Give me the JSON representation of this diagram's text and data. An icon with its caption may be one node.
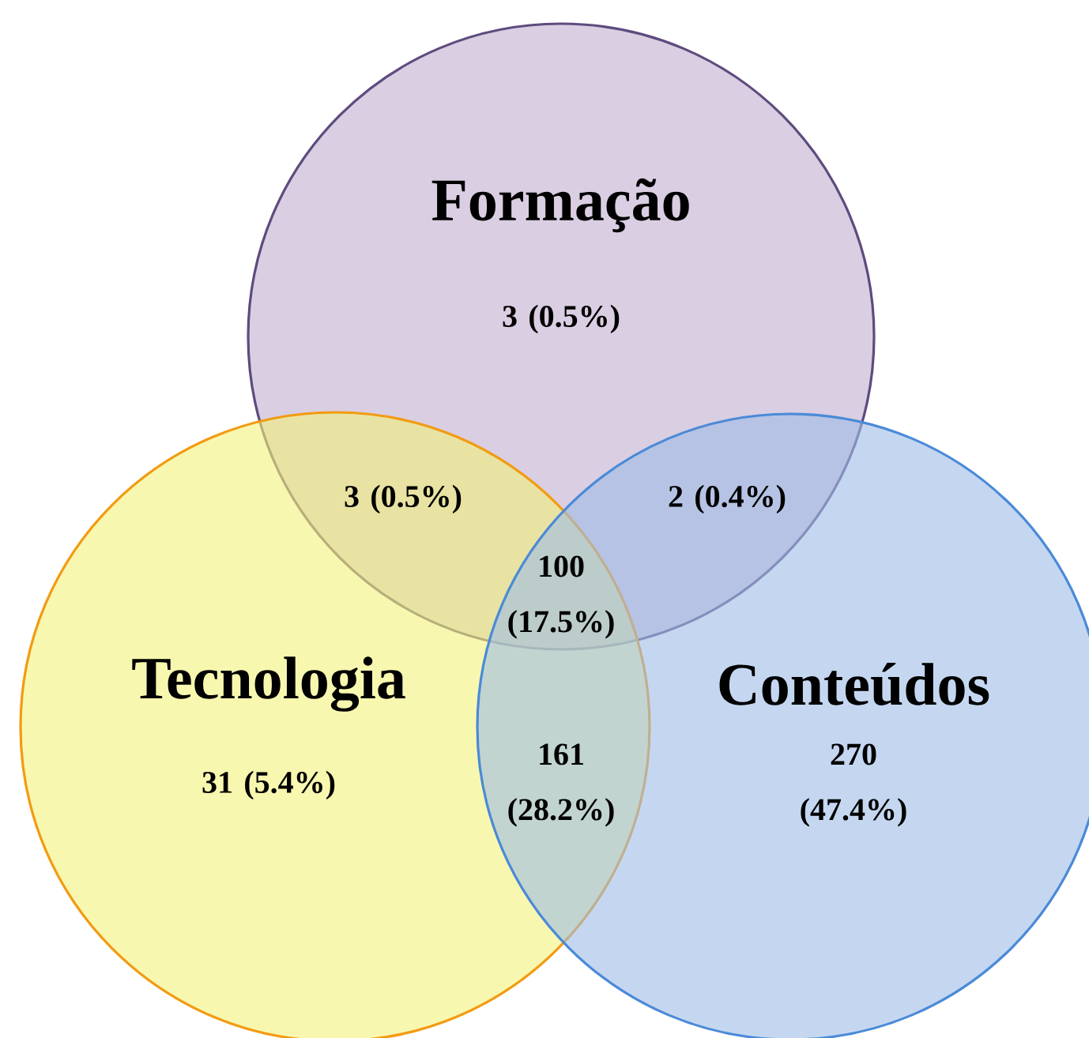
{
  "diagram": {
    "nodes": [
      {
        "text": [
          "Formação",
          "3 (0.5%)"
        ]
      },
      {
        "text": [
          "Tecnologia",
          "31 (5.4%)"
        ]
      },
      {
        "text": [
          "Conteúdos",
          "270 (47.4%)"
        ]
      }
    ],
    "labels": [
      "3 (0.5%)",
      "2 (0.4%)",
      "100 (17.5%)",
      "161 (28.2%)"
    ]
  }
}
